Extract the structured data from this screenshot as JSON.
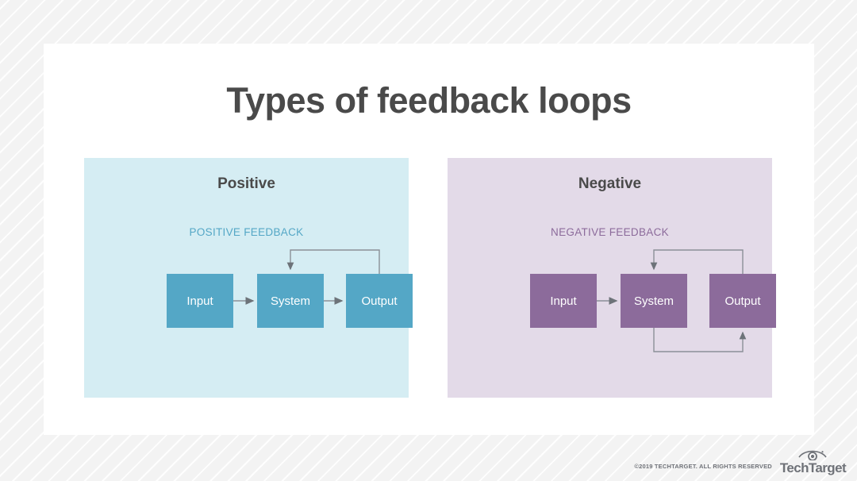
{
  "slide": {
    "title": "Types of feedback loops"
  },
  "panels": [
    {
      "id": "positive",
      "title": "Positive",
      "feedback_label": "POSITIVE FEEDBACK",
      "accent_color": "#54a7c6",
      "panel_bg": "#d5edf3",
      "nodes": [
        {
          "label": "Input"
        },
        {
          "label": "System"
        },
        {
          "label": "Output"
        }
      ],
      "connections": [
        {
          "from": "Input",
          "to": "System",
          "kind": "straight-arrow"
        },
        {
          "from": "System",
          "to": "Output",
          "kind": "straight-arrow"
        },
        {
          "from": "Output",
          "to": "System",
          "kind": "top-feedback-loop"
        }
      ]
    },
    {
      "id": "negative",
      "title": "Negative",
      "feedback_label": "NEGATIVE FEEDBACK",
      "accent_color": "#8c6b9b",
      "panel_bg": "#e3dae8",
      "nodes": [
        {
          "label": "Input"
        },
        {
          "label": "System"
        },
        {
          "label": "Output"
        }
      ],
      "connections": [
        {
          "from": "Input",
          "to": "System",
          "kind": "straight-arrow"
        },
        {
          "from": "System",
          "to": "Output",
          "kind": "bottom-feedback-loop"
        },
        {
          "from": "Output",
          "to": "System",
          "kind": "top-feedback-loop"
        }
      ]
    }
  ],
  "footer": {
    "copyright": "©2019 TECHTARGET. ALL RIGHTS RESERVED",
    "logo_text": "TechTarget",
    "logo_icon": "eye-lens-icon"
  },
  "colors": {
    "title_text": "#4a4a4a",
    "node_text": "#ffffff",
    "connector_line": "#7a7f85",
    "card_bg": "#ffffff",
    "page_bg": "#f3f3f3"
  }
}
